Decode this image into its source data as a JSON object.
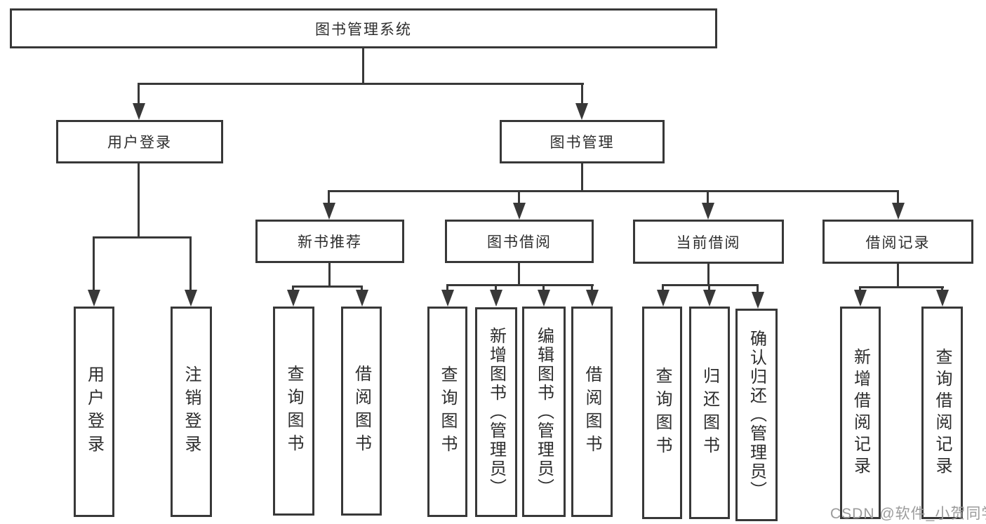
{
  "tree": {
    "label": "图书管理系统",
    "children": [
      {
        "label": "用户登录",
        "children": [
          {
            "label": "用户登录"
          },
          {
            "label": "注销登录"
          }
        ]
      },
      {
        "label": "图书管理",
        "children": [
          {
            "label": "新书推荐",
            "children": [
              {
                "label": "查询图书"
              },
              {
                "label": "借阅图书"
              }
            ]
          },
          {
            "label": "图书借阅",
            "children": [
              {
                "label": "查询图书"
              },
              {
                "label": "新增图书（管理员）"
              },
              {
                "label": "编辑图书（管理员）"
              },
              {
                "label": "借阅图书"
              }
            ]
          },
          {
            "label": "当前借阅",
            "children": [
              {
                "label": "查询图书"
              },
              {
                "label": "归还图书"
              },
              {
                "label": "确认归还（管理员）"
              }
            ]
          },
          {
            "label": "借阅记录",
            "children": [
              {
                "label": "新增借阅记录"
              },
              {
                "label": "查询借阅记录"
              }
            ]
          }
        ]
      }
    ]
  },
  "watermark": {
    "text": "CSDN @软件_小贺同学"
  },
  "colors": {
    "line": "#383838",
    "text": "#2d2d2d",
    "watermark": "#9b9b9b",
    "background": "#ffffff"
  }
}
